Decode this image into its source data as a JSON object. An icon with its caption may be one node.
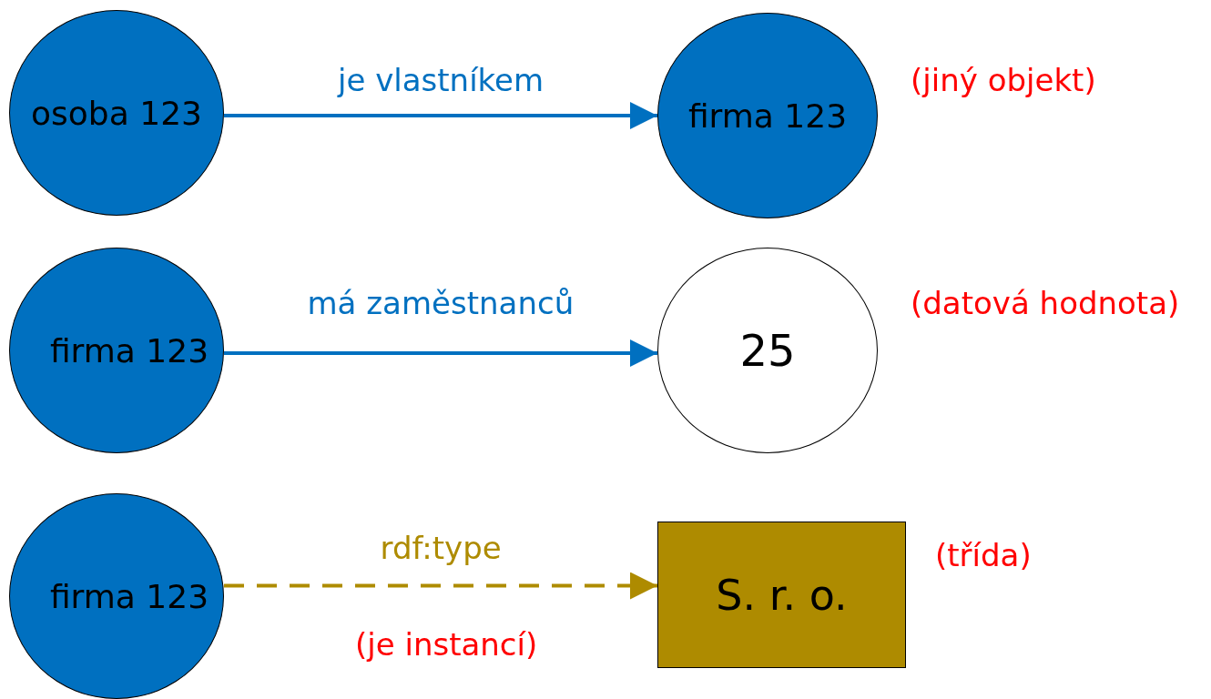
{
  "diagram": {
    "nodes": [
      {
        "text": [
          "osoba 123"
        ]
      },
      {
        "text": [
          "firma 123"
        ],
        "beside": [
          "(jiný objekt)"
        ]
      },
      {
        "text": [
          "firma 123"
        ]
      },
      {
        "text": [
          "25"
        ],
        "beside": [
          "(datová hodnota)"
        ]
      },
      {
        "text": [
          "firma 123"
        ]
      },
      {
        "text": [
          "S. r. o."
        ],
        "beside": [
          "(třída)"
        ]
      }
    ],
    "edges": [
      {
        "from": 0,
        "to": 1,
        "arrow": "to",
        "label": "je vlastníkem"
      },
      {
        "from": 2,
        "to": 3,
        "arrow": "to",
        "label": "má zaměstnanců"
      },
      {
        "from": 4,
        "to": 5,
        "arrow": "to",
        "label": "rdf:type",
        "style": "dashed",
        "color": "#ae8b00"
      }
    ],
    "labels": [
      "(je instancí)"
    ]
  }
}
